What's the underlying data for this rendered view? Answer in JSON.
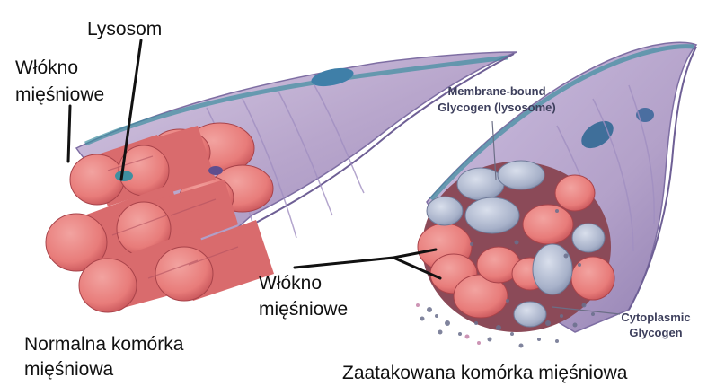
{
  "labels": {
    "lysosome": "Lysosom",
    "fiber_left_line1": "Włókno",
    "fiber_left_line2": "mięśniowe",
    "membrane_glycogen_line1": "Membrane-bound",
    "membrane_glycogen_line2": "Glycogen (lysosome)",
    "fiber_right_line1": "Włókno",
    "fiber_right_line2": "mięśniowe",
    "cytoplasmic_line1": "Cytoplasmic",
    "cytoplasmic_line2": "Glycogen"
  },
  "captions": {
    "normal_line1": "Normalna komórka",
    "normal_line2": "mięśniowa",
    "affected": "Zaatakowana komórka mięśniowa"
  },
  "colors": {
    "sheath": "#b8a6cc",
    "sheath_light": "#d6c9e3",
    "sheath_dark": "#8f7db0",
    "fiber": "#e87c7a",
    "fiber_dark": "#c8555a",
    "fiber_light": "#f2a3a0",
    "glycogen": "#a7b1c9",
    "lysosome": "#3f8fa0",
    "line": "#111111"
  }
}
